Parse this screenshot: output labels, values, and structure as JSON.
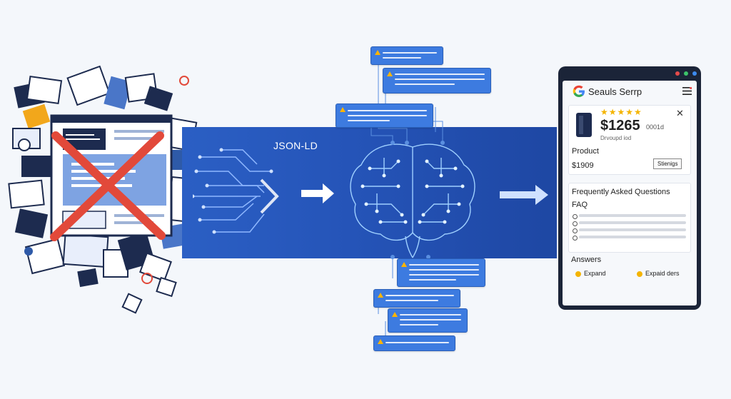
{
  "diagram": {
    "center_label": "JSON-LD",
    "serp": {
      "title": "Seauls Serrp",
      "price": "$1265",
      "price_suffix": "0001d",
      "sub_text": "Drvoupd iod",
      "rating_stars": "★★★★★",
      "close_symbol": "✕",
      "product_label": "Product",
      "product_price": "$1909",
      "settings_button": "Stienigs",
      "faq_heading": "Frequently Asked Questions",
      "faq_label": "FAQ",
      "answers_label": "Answers",
      "expand_label": "Expand",
      "expand_alt_label": "Expaid ders"
    },
    "colors": {
      "band": "#2554b8",
      "callout": "#3d7be0",
      "warning": "#ffb400",
      "cross": "#e2493a",
      "star": "#f4b400"
    }
  }
}
